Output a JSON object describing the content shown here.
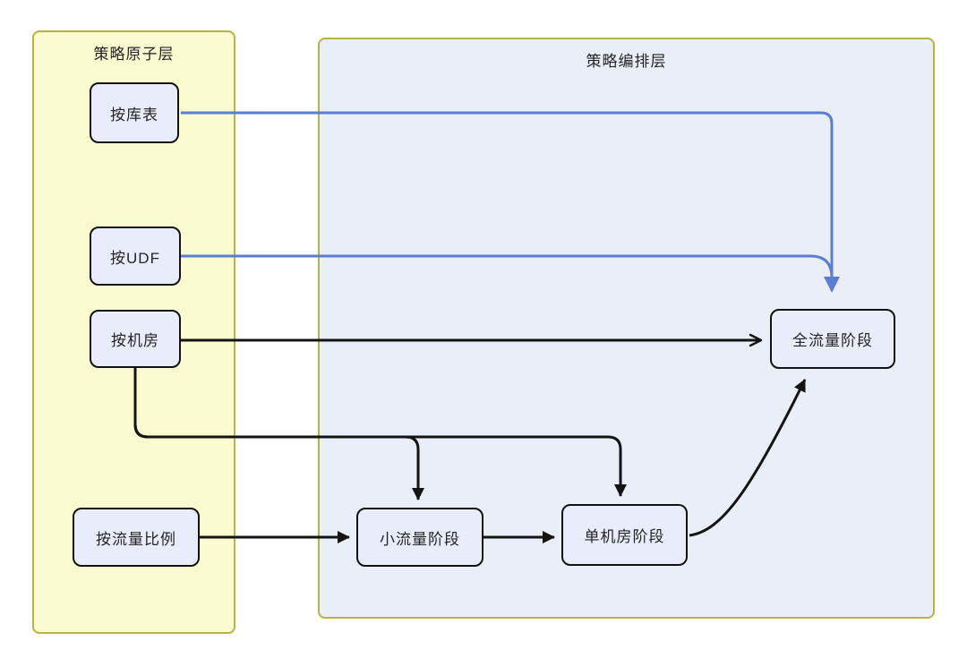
{
  "diagram": {
    "type": "flow-diagram",
    "containers": {
      "atomic": {
        "label": "策略原子层"
      },
      "orchestration": {
        "label": "策略编排层"
      }
    },
    "nodes": {
      "by_table": {
        "label": "按库表",
        "container": "策略原子层"
      },
      "by_udf": {
        "label": "按UDF",
        "container": "策略原子层"
      },
      "by_idc": {
        "label": "按机房",
        "container": "策略原子层"
      },
      "by_traffic_ratio": {
        "label": "按流量比例",
        "container": "策略原子层"
      },
      "small_traffic": {
        "label": "小流量阶段",
        "container": "策略编排层"
      },
      "single_idc": {
        "label": "单机房阶段",
        "container": "策略编排层"
      },
      "full_traffic": {
        "label": "全流量阶段",
        "container": "策略编排层"
      }
    },
    "edges": [
      {
        "from": "按库表",
        "to": "全流量阶段",
        "color": "blue",
        "arrowhead": "filled"
      },
      {
        "from": "按UDF",
        "to": "全流量阶段",
        "color": "blue",
        "arrowhead": "filled"
      },
      {
        "from": "按机房",
        "to": "全流量阶段",
        "color": "black",
        "arrowhead": "open"
      },
      {
        "from": "按机房",
        "to": "小流量阶段",
        "color": "black",
        "arrowhead": "filled"
      },
      {
        "from": "按机房",
        "to": "单机房阶段",
        "color": "black",
        "arrowhead": "filled"
      },
      {
        "from": "按流量比例",
        "to": "小流量阶段",
        "color": "black",
        "arrowhead": "filled"
      },
      {
        "from": "小流量阶段",
        "to": "单机房阶段",
        "color": "black",
        "arrowhead": "filled"
      },
      {
        "from": "单机房阶段",
        "to": "全流量阶段",
        "color": "black",
        "arrowhead": "filled"
      }
    ],
    "colors": {
      "atomic_container_fill": "#fbfbd2",
      "orchestration_container_fill": "#eaeef8",
      "container_border": "#b9b33f",
      "node_fill": "#e9edfb",
      "node_border": "#121212",
      "edge_black": "#141414",
      "edge_blue": "#5b7dd2",
      "background": "#ffffff"
    }
  }
}
